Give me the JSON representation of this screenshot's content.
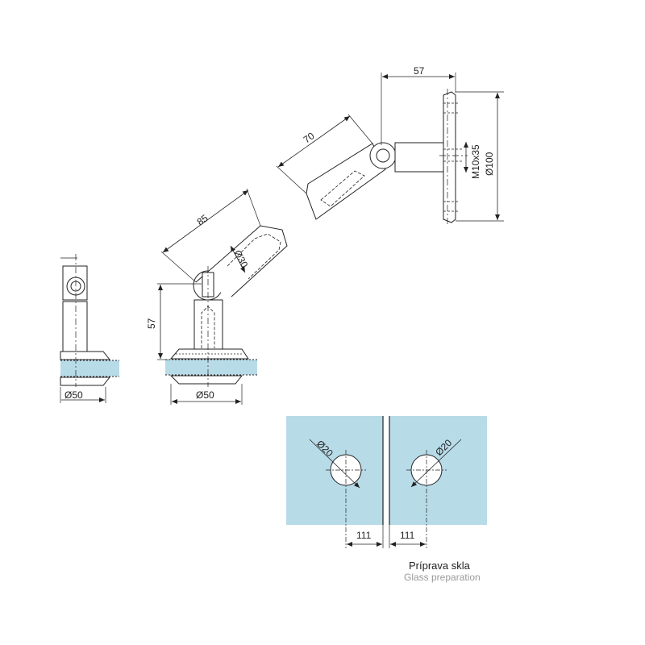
{
  "dimensions": {
    "left_base_dia": "Ø50",
    "center_base_dia": "Ø50",
    "center_height": "57",
    "center_arm_length": "85",
    "center_arm_dia": "Ø30",
    "right_arm_length": "70",
    "right_offset": "57",
    "right_thread": "M10x35",
    "right_plate_dia": "Ø100",
    "hole_left_dia": "Ø20",
    "hole_right_dia": "Ø20",
    "hole_left_offset": "111",
    "hole_right_offset": "111"
  },
  "caption": {
    "title": "Príprava skla",
    "subtitle": "Glass preparation"
  },
  "colors": {
    "glass": "#b8dbe8",
    "line": "#222222",
    "hidden": "#444444"
  }
}
